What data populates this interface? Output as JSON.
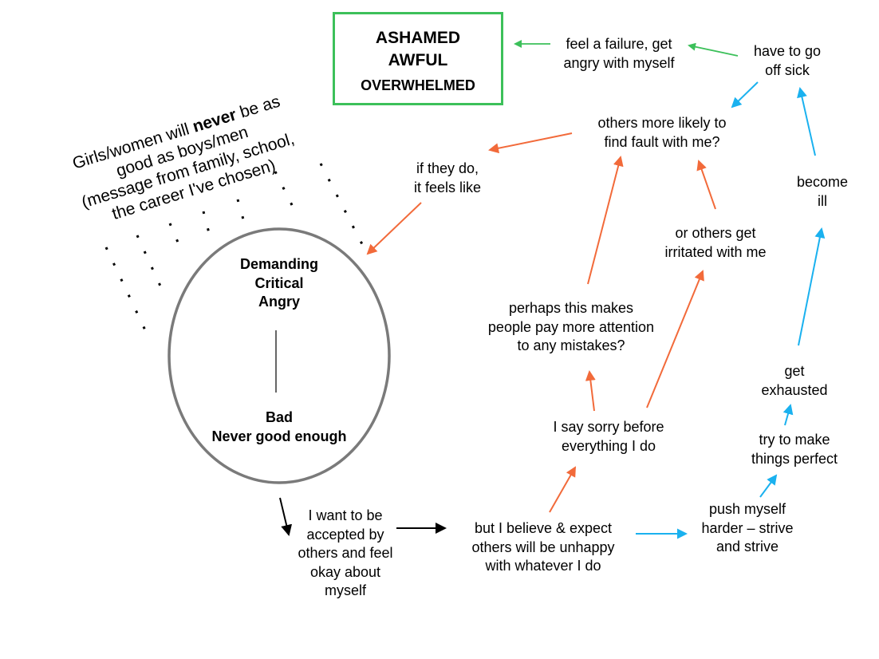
{
  "colors": {
    "green": "#3cc05a",
    "orange": "#f26a3a",
    "blue": "#1ab1ef",
    "black": "#000000",
    "circle": "#7a7a7a"
  },
  "state_box": {
    "line1": "ASHAMED",
    "line2": "AWFUL",
    "line3": "OVERWHELMED"
  },
  "message": {
    "line1_pre": "Girls/women will ",
    "line1_bold": "never",
    "line1_post": " be as",
    "line2": "good as boys/men",
    "line3": "(message from family, school,",
    "line4": "the career I've chosen)"
  },
  "circle": {
    "top": [
      "Demanding",
      "Critical",
      "Angry"
    ],
    "bottom": [
      "Bad",
      "Never good enough"
    ]
  },
  "nodes": {
    "feel_failure": [
      "feel a failure, get",
      "angry with myself"
    ],
    "off_sick": [
      "have to go",
      "off sick"
    ],
    "find_fault": [
      "others more likely to",
      "find fault with me?"
    ],
    "if_they_do": [
      "if they do,",
      "it feels like"
    ],
    "become_ill": [
      "become",
      "ill"
    ],
    "irritated": [
      "or others get",
      "irritated with me"
    ],
    "attention": [
      "perhaps this makes",
      "people pay more attention",
      "to any mistakes?"
    ],
    "get_exhausted": [
      "get",
      "exhausted"
    ],
    "say_sorry": [
      "I say sorry before",
      "everything I do"
    ],
    "make_perfect": [
      "try to make",
      "things perfect"
    ],
    "push_myself": [
      "push myself",
      "harder – strive",
      "and strive"
    ],
    "want_accepted": [
      "I want to be",
      "accepted by",
      "others and feel",
      "okay about",
      "myself"
    ],
    "believe_expect": [
      "but I believe & expect",
      "others will be unhappy",
      "with whatever I do"
    ]
  }
}
